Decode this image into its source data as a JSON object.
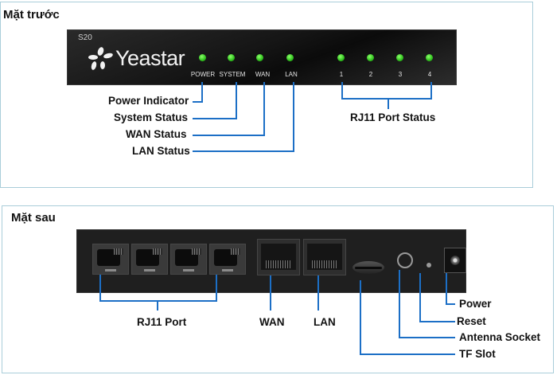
{
  "front": {
    "title": "Mặt trước",
    "model": "S20",
    "brand": "Yeastar",
    "led_color": "#3cc42a",
    "leds": [
      {
        "id": "power",
        "label": "POWER"
      },
      {
        "id": "system",
        "label": "SYSTEM"
      },
      {
        "id": "wan",
        "label": "WAN"
      },
      {
        "id": "lan",
        "label": "LAN"
      },
      {
        "id": "port1",
        "label": "1"
      },
      {
        "id": "port2",
        "label": "2"
      },
      {
        "id": "port3",
        "label": "3"
      },
      {
        "id": "port4",
        "label": "4"
      }
    ],
    "callouts": {
      "power_indicator": "Power Indicator",
      "system_status": "System Status",
      "wan_status": "WAN Status",
      "lan_status": "LAN Status",
      "rj11_port_status": "RJ11 Port Status"
    }
  },
  "back": {
    "title": "Mặt sau",
    "rj11_port_count": 4,
    "callouts": {
      "rj11_port": "RJ11 Port",
      "wan": "WAN",
      "lan": "LAN",
      "power": "Power",
      "reset": "Reset",
      "antenna_socket": "Antenna Socket",
      "tf_slot": "TF Slot"
    }
  },
  "colors": {
    "callout_line": "#1c6fc6",
    "panel_border": "#a9cdd9"
  }
}
